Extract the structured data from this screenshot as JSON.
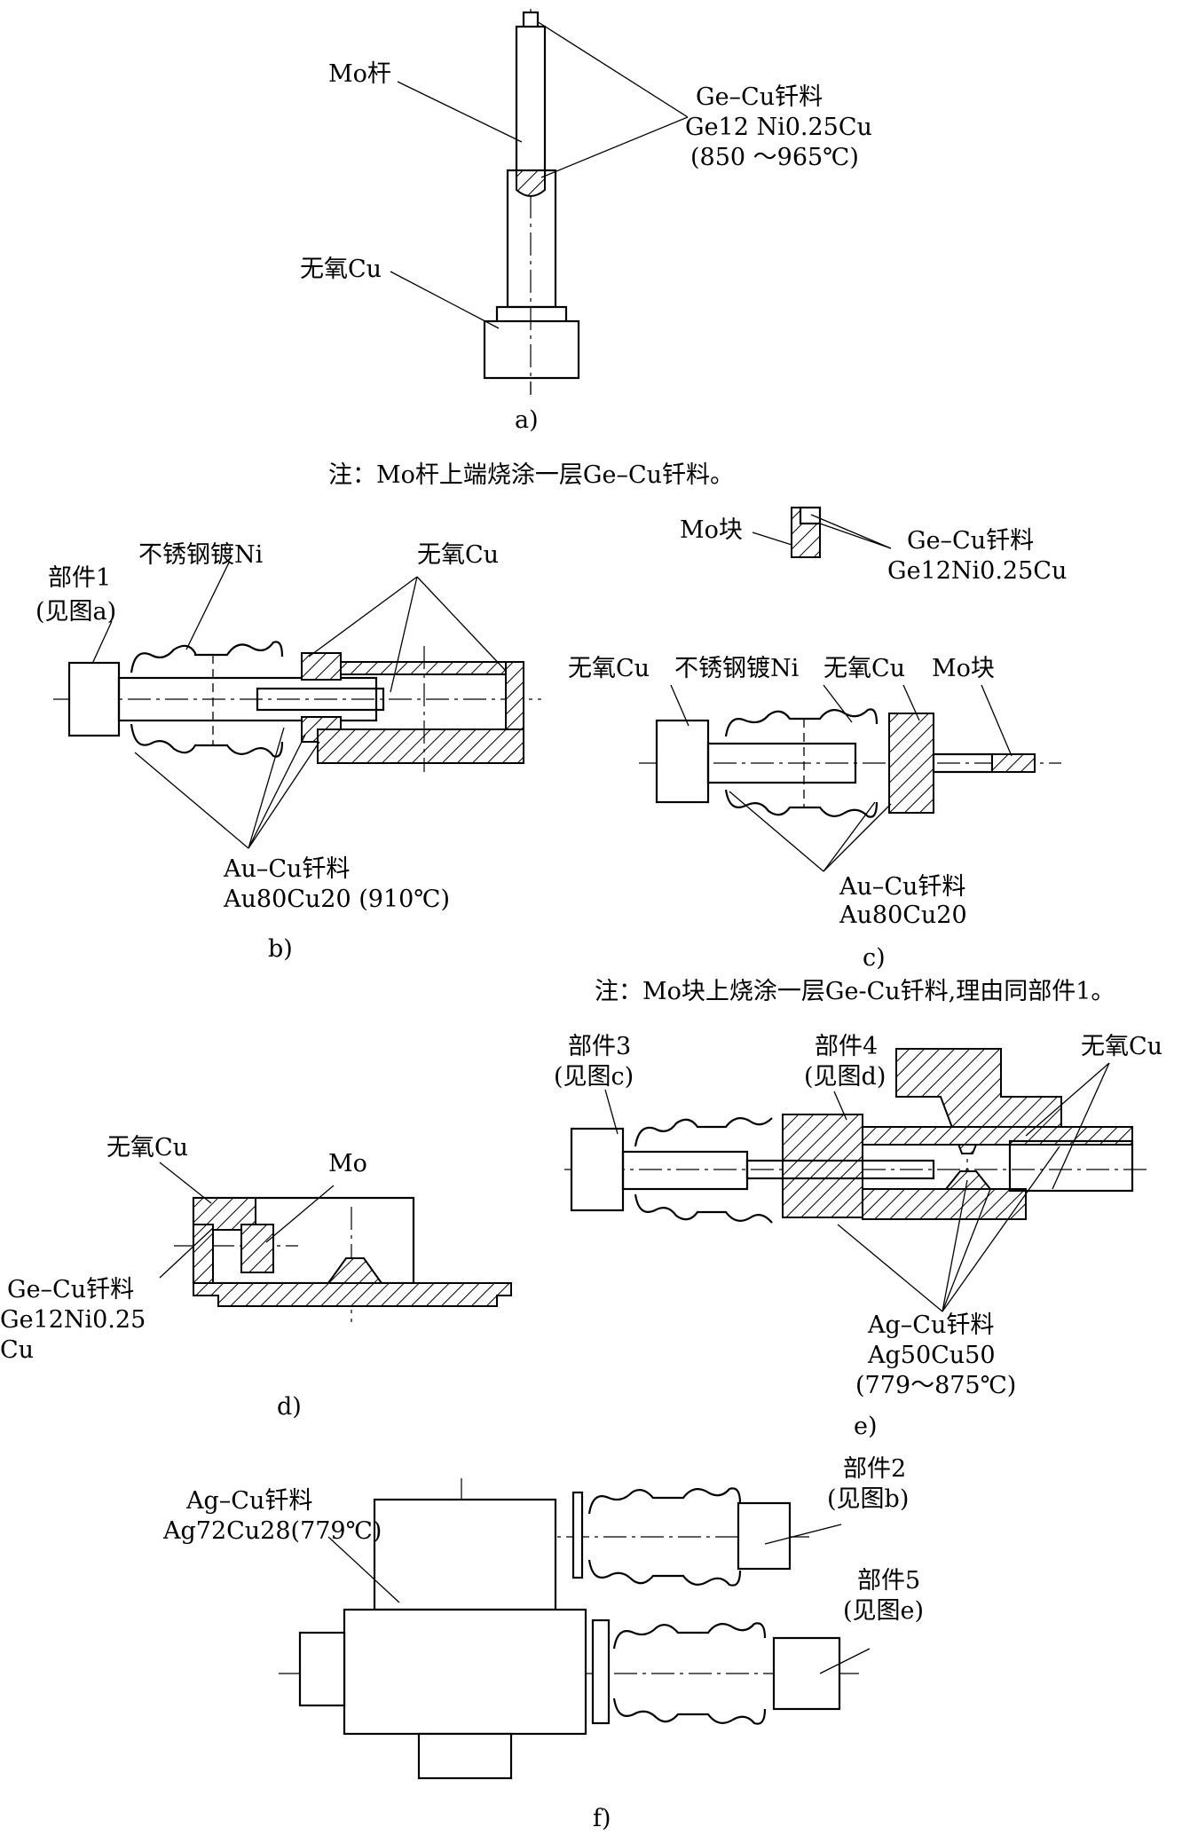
{
  "fig_a": {
    "label_mo_rod": "Mo杆",
    "label_braze_1": "Ge–Cu钎料",
    "label_braze_2": "Ge12 Ni0.25Cu",
    "label_braze_3": "(850 ～965℃)",
    "label_cu": "无氧Cu",
    "caption": "a)",
    "note": "注：Mo杆上端烧涂一层Ge–Cu钎料。"
  },
  "fig_b": {
    "label_part1_1": "部件1",
    "label_part1_2": "(见图a)",
    "label_steel": "不锈钢镀Ni",
    "label_cu": "无氧Cu",
    "label_braze_1": "Au–Cu钎料",
    "label_braze_2": "Au80Cu20 (910℃)",
    "caption": "b)"
  },
  "fig_c": {
    "label_mo_block": "Mo块",
    "label_braze_top_1": "Ge–Cu钎料",
    "label_braze_top_2": "Ge12Ni0.25Cu",
    "label_cu_left": "无氧Cu",
    "label_steel": "不锈钢镀Ni",
    "label_cu_right": "无氧Cu",
    "label_mo_block2": "Mo块",
    "label_braze_1": "Au–Cu钎料",
    "label_braze_2": "Au80Cu20",
    "caption": "c)",
    "note": "注：Mo块上烧涂一层Ge-Cu钎料,理由同部件1。"
  },
  "fig_d": {
    "label_cu": "无氧Cu",
    "label_mo": "Mo",
    "label_braze_1": "Ge–Cu钎料",
    "label_braze_2": "Ge12Ni0.25",
    "label_braze_3": "Cu",
    "caption": "d)"
  },
  "fig_e": {
    "label_part3_1": "部件3",
    "label_part3_2": "(见图c)",
    "label_part4_1": "部件4",
    "label_part4_2": "(见图d)",
    "label_cu": "无氧Cu",
    "label_braze_1": "Ag–Cu钎料",
    "label_braze_2": "Ag50Cu50",
    "label_braze_3": "(779～875℃)",
    "caption": "e)"
  },
  "fig_f": {
    "label_braze_1": "Ag–Cu钎料",
    "label_braze_2": "Ag72Cu28(779℃)",
    "label_part2_1": "部件2",
    "label_part2_2": "(见图b)",
    "label_part5_1": "部件5",
    "label_part5_2": "(见图e)",
    "caption": "f)"
  }
}
